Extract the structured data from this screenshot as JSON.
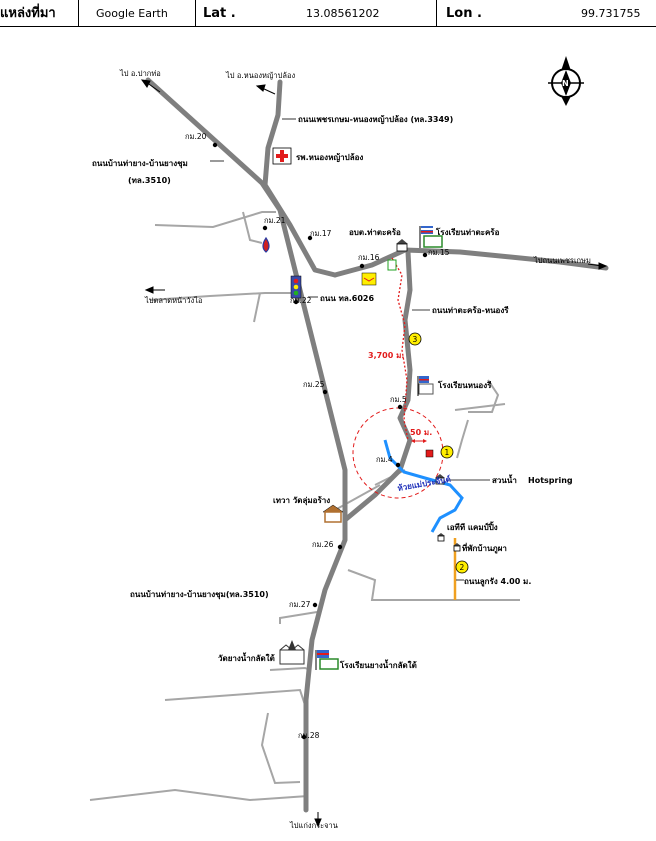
{
  "header": {
    "source_label": "แหล่งที่มา",
    "source_value": "Google Earth",
    "lat_label": "Lat .",
    "lat_value": "13.08561202",
    "lon_label": "Lon .",
    "lon_value": "99.731755"
  },
  "map": {
    "compass_letter": "N",
    "directions": {
      "to_pak_tho": "ไป อ.ปากท่อ",
      "to_nong_ya_plong": "ไป อ.หนองหญ้าปล้อง",
      "to_huai_mae_phriang": "ไปตลาดหน้าวังไอ",
      "to_phetkasem": "ไปถนนเพชรเกษม",
      "to_kaeng_krachan": "ไปแก่งกระจาน"
    },
    "roads": {
      "road_3349": "ถนนเพชรเกษม-หนองหญ้าปล้อง (ทล.3349)",
      "road_3510_top_a": "ถนนบ้านท่ายาง-บ้านยางชุม",
      "road_3510_top_b": "(ทล.3510)",
      "road_6026": "ถนน ทล.6026",
      "road_tha_takhro": "ถนนท่าตะคร้อ-หนองรี",
      "road_3510_bottom": "ถนนบ้านท่ายาง-บ้านยางชุม(ทล.3510)",
      "road_laterite": "ถนนลูกรัง 4.00 ม."
    },
    "km_markers": [
      "กม.20",
      "กม.21",
      "กม.17",
      "กม.16",
      "กม.15",
      "กม.22",
      "กม.25",
      "กม.5",
      "กม.4",
      "กม.26",
      "กม.27",
      "กม.28"
    ],
    "places": {
      "hospital": "รพ.หนองหญ้าปล้อง",
      "tambon_office": "อบต.ท่าตะคร้อ",
      "school_tha_takhro": "โรงเรียนท่าตะคร้อ",
      "school_nong_ri": "โรงเรียนหนองรี",
      "hot_spring": "สวนน้ำ",
      "hot_spring_en": "Hotspring",
      "temple_area": "เทวา วัดลุ่มอร้าง",
      "camping": "เอทีที แคมป์ปิ้ง",
      "resort": "ที่พักบ้านภูผา",
      "temple_south": "วัดยางน้ำกลัดใต้",
      "school_south": "โรงเรียนยางน้ำกลัดใต้",
      "stream": "ห้วยแม่ประจันต์"
    },
    "distances": {
      "d3700": "3,700 ม.",
      "d50": "50 ม."
    },
    "circle_numbers": [
      "1",
      "2",
      "3"
    ],
    "colors": {
      "road_main": "#7f7f7f",
      "road_minor": "#a6a6a6",
      "route_dots": "#e21b1b",
      "stream": "#1e90ff",
      "laterite": "#f0a020",
      "marker_yellow": "#ffee00"
    }
  }
}
